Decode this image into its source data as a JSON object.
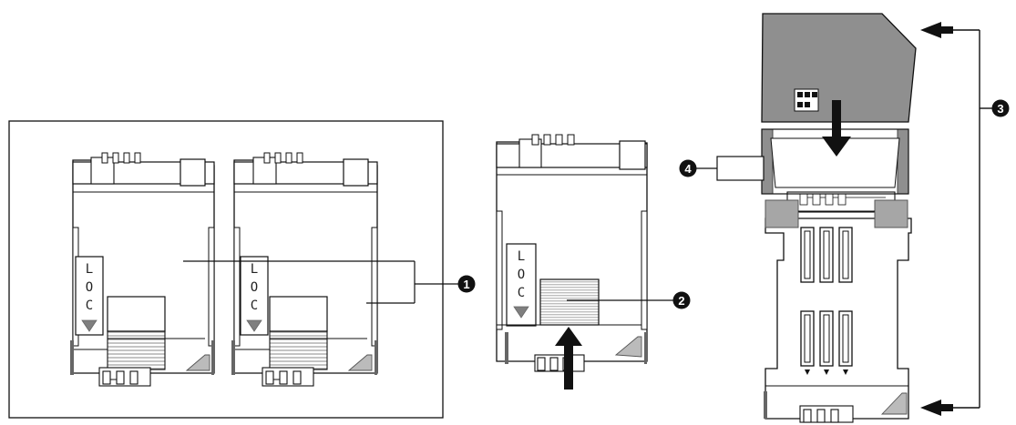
{
  "diagram": {
    "callouts": [
      {
        "number": "1"
      },
      {
        "number": "2"
      },
      {
        "number": "3"
      },
      {
        "number": "4"
      }
    ],
    "module_label": {
      "letters": [
        "L",
        "O",
        "C"
      ]
    },
    "colors": {
      "stroke": "#111111",
      "gray_panel": "#8f8f8f",
      "gray_mid": "#a6a6a6",
      "gray_light": "#bfbfbf",
      "triangle": "#7f7f7f",
      "badge_fill": "#111111",
      "badge_text": "#ffffff"
    },
    "icons": {
      "callout_badge": "numbered-circle-icon",
      "arrow_up": "arrow-up-icon",
      "arrow_down": "arrow-down-icon",
      "arrow_left": "arrow-left-icon",
      "module_triangle": "triangle-down-icon",
      "stripes": "striped-slot-icon"
    }
  }
}
